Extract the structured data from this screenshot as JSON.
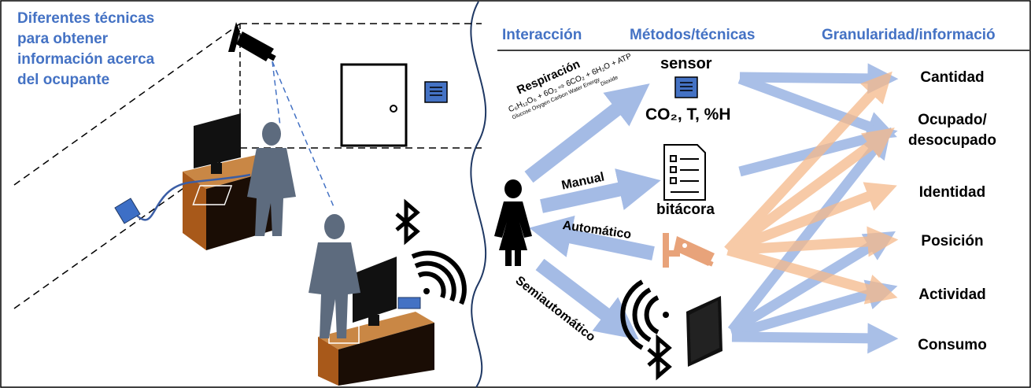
{
  "left_title": [
    "Diferentes técnicas",
    "para obtener",
    "información acerca",
    "del ocupante"
  ],
  "headers": {
    "interaction": "Interacción",
    "methods": "Métodos/técnicas",
    "granularity": "Granularidad/informació"
  },
  "respiration": {
    "title": "Respiración",
    "equation": "C₆H₁₂O₆ + 6O₂ ⇨ 6CO₂ + 6H₂O + ATP",
    "terms": "Glucose   Oxygen   Carbon  Water  Energy",
    "terms2": "Dioxide"
  },
  "methods": {
    "sensor": "sensor",
    "sensor_values": "CO₂, T, %H",
    "logbook": "bitácora"
  },
  "interaction_labels": {
    "manual": "Manual",
    "automatic": "Automático",
    "semiautomatic": "Semiautomático"
  },
  "outputs": [
    "Cantidad",
    "Ocupado/",
    "desocupado",
    "Identidad",
    "Posición",
    "Actividad",
    "Consumo"
  ],
  "colors": {
    "title_blue": "#4472c4",
    "arrow_blue": "#9bb4e3",
    "arrow_orange": "#f5b98a",
    "desk_brown": "#b8651f",
    "person_gray": "#5d6b7e",
    "camera_orange": "#e8a37a"
  },
  "icons": [
    "camera-icon",
    "door-icon",
    "sensor-icon",
    "bluetooth-icon",
    "wifi-icon",
    "monitor-icon",
    "logbook-icon",
    "person-icon",
    "woman-icon"
  ]
}
